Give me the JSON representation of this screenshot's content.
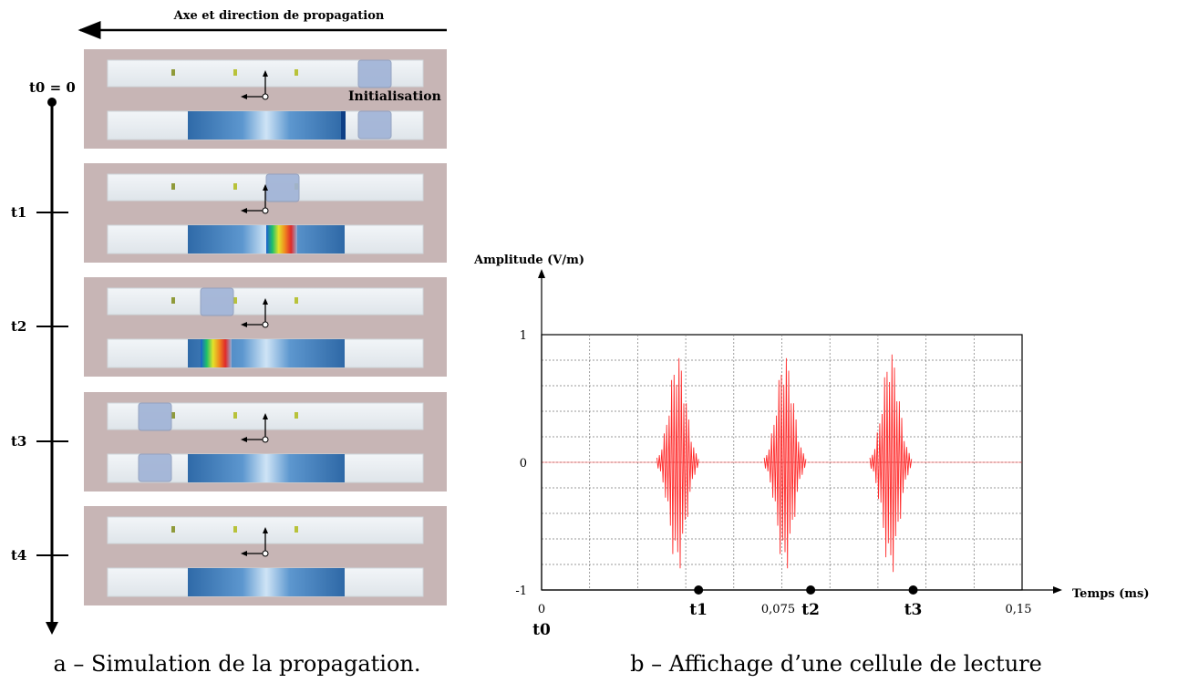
{
  "left": {
    "axis_title": "Axe et direction de propagation",
    "t0_label": "t0 = 0",
    "init_label": "Initialisation",
    "time_labels": [
      "t1",
      "t2",
      "t3",
      "t4"
    ],
    "panels": [
      {
        "pulse": "none",
        "reader_pos": "far-right",
        "highlight": "none"
      },
      {
        "pulse": "center-right",
        "reader_pos": "center",
        "highlight": "rainbow-center"
      },
      {
        "pulse": "left",
        "reader_pos": "left",
        "highlight": "rainbow-left"
      },
      {
        "pulse": "far-left",
        "reader_pos": "far-left",
        "highlight": "none"
      },
      {
        "pulse": "none",
        "reader_pos": "none",
        "highlight": "none"
      }
    ],
    "colors": {
      "panel": "#c7b5b5",
      "bar": "#e6ebef",
      "sample_blue": "#3f7fc0",
      "pulse": "#9fb2d6"
    },
    "caption": "a – Simulation de la propagation."
  },
  "right": {
    "caption": "b – Affichage d’une cellule de lecture",
    "chart_data": {
      "type": "line",
      "title": "",
      "xlabel": "Temps (ms)",
      "ylabel": "Amplitude (V/m)",
      "xlim": [
        0,
        0.15
      ],
      "ylim": [
        -1,
        1
      ],
      "x_ticks": [
        "0",
        "0,075",
        "0,15"
      ],
      "y_ticks": [
        "1",
        "0",
        "-1"
      ],
      "grid": true,
      "series_color": "#ff2a2a",
      "bursts": [
        {
          "center": 0.0425,
          "peak": 0.87
        },
        {
          "center": 0.076,
          "peak": 0.87
        },
        {
          "center": 0.109,
          "peak": 0.9
        }
      ],
      "markers": [
        {
          "label": "t0",
          "x": 0.0
        },
        {
          "label": "t1",
          "x": 0.049
        },
        {
          "label": "t2",
          "x": 0.084
        },
        {
          "label": "t3",
          "x": 0.116
        }
      ]
    }
  }
}
